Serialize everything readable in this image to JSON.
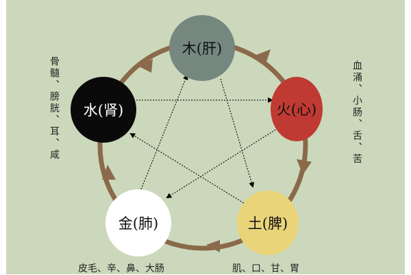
{
  "elements": [
    {
      "id": "wood",
      "label": "木(肝)",
      "color": "#75877f"
    },
    {
      "id": "fire",
      "label": "火(心)",
      "color": "#bf3a33"
    },
    {
      "id": "earth",
      "label": "土(脾)",
      "color": "#e9d479"
    },
    {
      "id": "metal",
      "label": "金(肺)",
      "color": "#ffffff"
    },
    {
      "id": "water",
      "label": "水(肾)",
      "color": "#0a0a0a"
    }
  ],
  "annotations": {
    "water": "骨髓、膀胱、耳、咸",
    "fire": "血涌、小肠、舌、苦",
    "metal": "皮毛、辛、鼻、大肠",
    "earth": "肌、口、甘、胃"
  },
  "colors": {
    "cycle": "#8a6a4a",
    "background": "#ccd8bb"
  }
}
